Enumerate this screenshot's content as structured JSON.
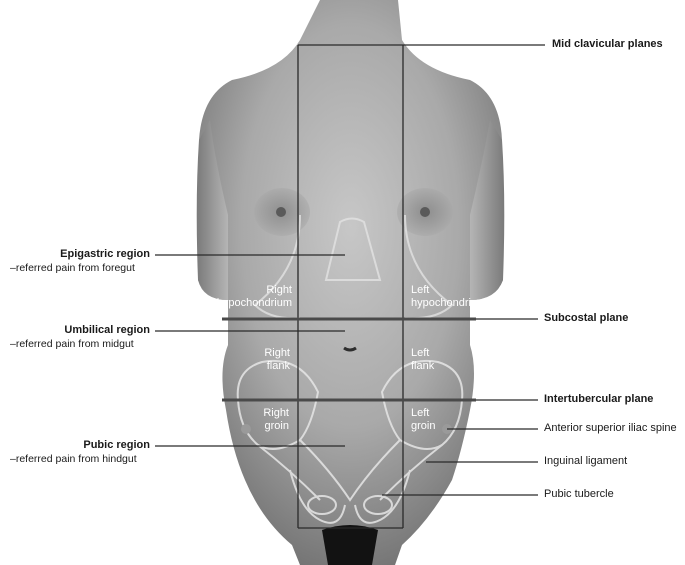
{
  "planes": {
    "mid_clavicular": "Mid clavicular planes",
    "subcostal": "Subcostal plane",
    "intertubercular": "Intertubercular plane"
  },
  "regions_left": {
    "epigastric": {
      "title": "Epigastric region",
      "subtitle": "–referred pain from foregut"
    },
    "umbilical": {
      "title": "Umbilical region",
      "subtitle": "–referred pain from midgut"
    },
    "pubic": {
      "title": "Pubic region",
      "subtitle": "–referred pain from hindgut"
    }
  },
  "landmarks": {
    "asis": "Anterior superior iliac spine",
    "inguinal": "Inguinal ligament",
    "pubic_tubercle": "Pubic tubercle"
  },
  "body_regions": {
    "right_hypochondrium": [
      "Right",
      "hypochondrium"
    ],
    "left_hypochondrium": [
      "Left",
      "hypochondrium"
    ],
    "right_flank": [
      "Right",
      "flank"
    ],
    "left_flank": [
      "Left",
      "flank"
    ],
    "right_groin": [
      "Right",
      "groin"
    ],
    "left_groin": [
      "Left",
      "groin"
    ]
  },
  "colors": {
    "skin_light": "#bdbdbd",
    "skin_dark": "#6e6e6e",
    "line": "#2a2a2a",
    "skeleton": "#e6e6e6",
    "plane_bar": "#4a4a4a"
  }
}
